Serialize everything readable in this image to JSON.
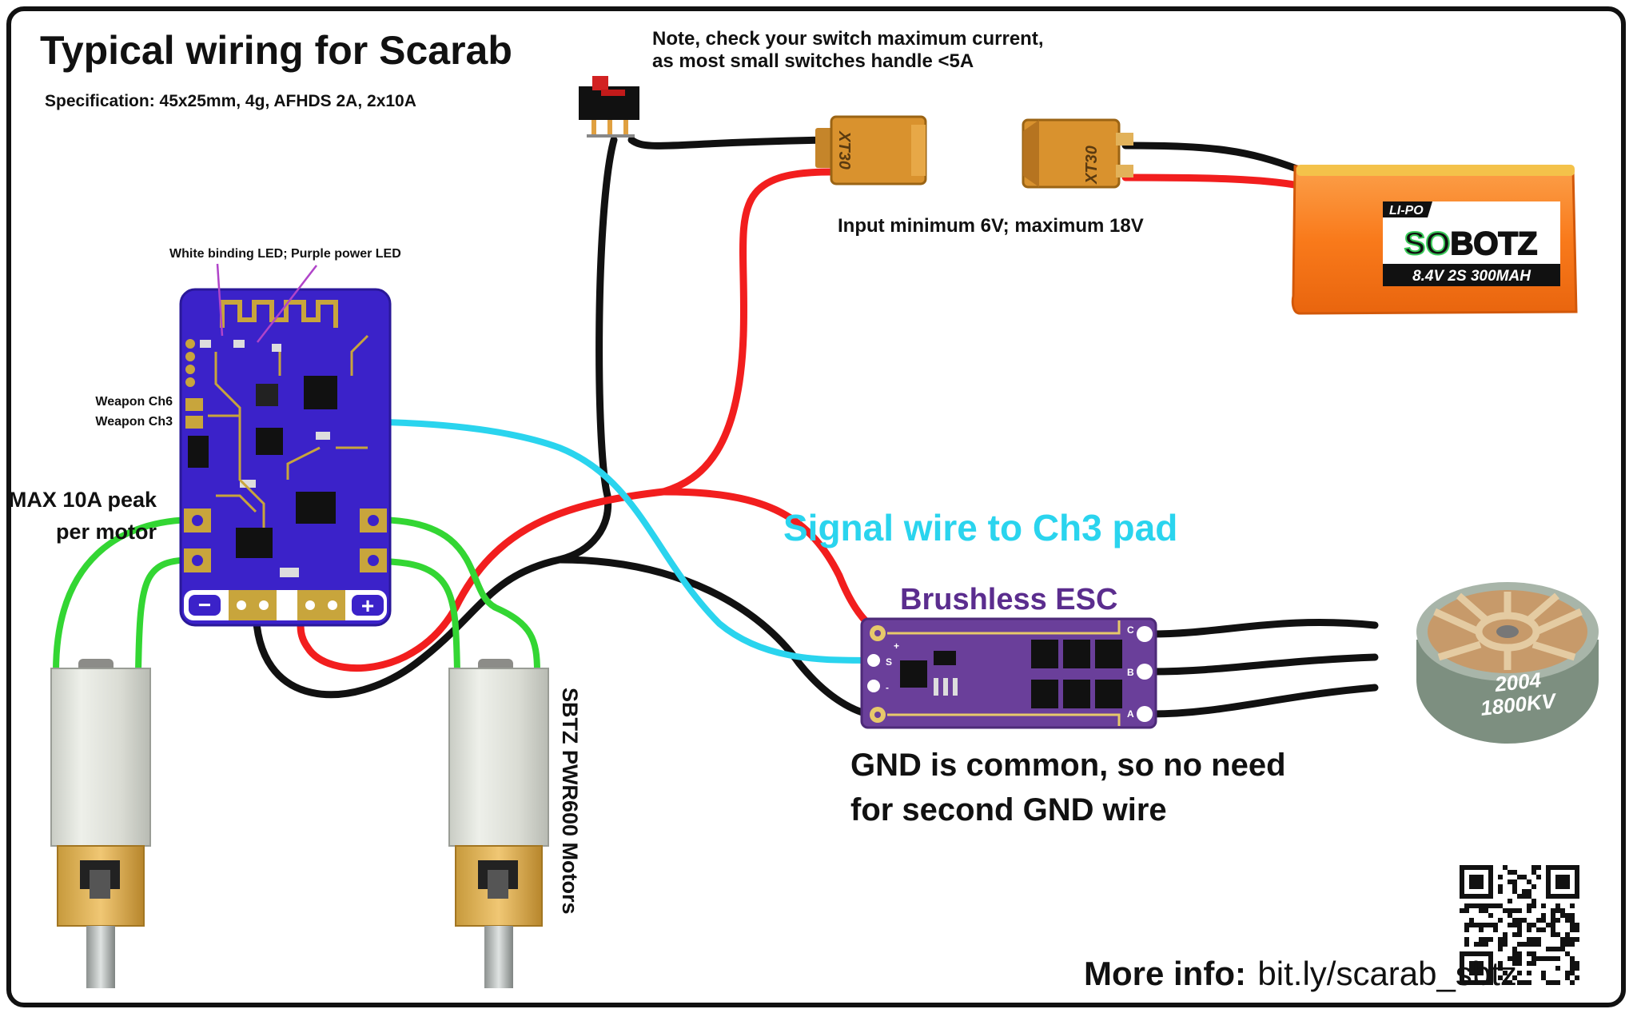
{
  "title": "Typical wiring for Scarab",
  "specification": "Specification: 45x25mm, 4g, AFHDS 2A, 2x10A",
  "switch_note": {
    "line1": "Note, check your switch maximum current,",
    "line2": "as most small switches handle <5A"
  },
  "input_note": "Input minimum 6V; maximum 18V",
  "led_note": "White binding LED; Purple power LED",
  "weapon_labels": {
    "ch6": "Weapon Ch6",
    "ch3": "Weapon Ch3"
  },
  "peak_note": {
    "line1": "MAX 10A peak",
    "line2": "per motor"
  },
  "signal_note": "Signal wire to Ch3 pad",
  "esc_label": "Brushless ESC",
  "esc_pads": {
    "left": [
      "+",
      "S",
      "-"
    ],
    "right": [
      "C",
      "B",
      "A"
    ]
  },
  "gnd_note": {
    "line1": "GND is common, so no need",
    "line2": "for second GND wire"
  },
  "motors_label": "SBTZ PWR600 Motors",
  "connector_label": "XT30",
  "battery": {
    "type": "LI-PO",
    "brand_a": "SO",
    "brand_b": "BOTZ",
    "spec": "8.4V 2S 300MAH"
  },
  "brushless_motor": {
    "line1": "2004",
    "line2": "1800KV"
  },
  "pcb_signs": {
    "minus": "−",
    "plus": "+"
  },
  "more_info": {
    "label": "More info:",
    "url": "bit.ly/scarab_sbtz"
  },
  "colors": {
    "pcb": "#3b22c9",
    "pcb_trace": "#c8a53c",
    "esc": "#6a3f9a",
    "wire_red": "#f21e1e",
    "wire_black": "#111111",
    "wire_green": "#33d633",
    "wire_cyan": "#2ad4ee",
    "battery": "#f9791a",
    "xt30": "#d9922e",
    "motor_can": "#9aa79c"
  }
}
